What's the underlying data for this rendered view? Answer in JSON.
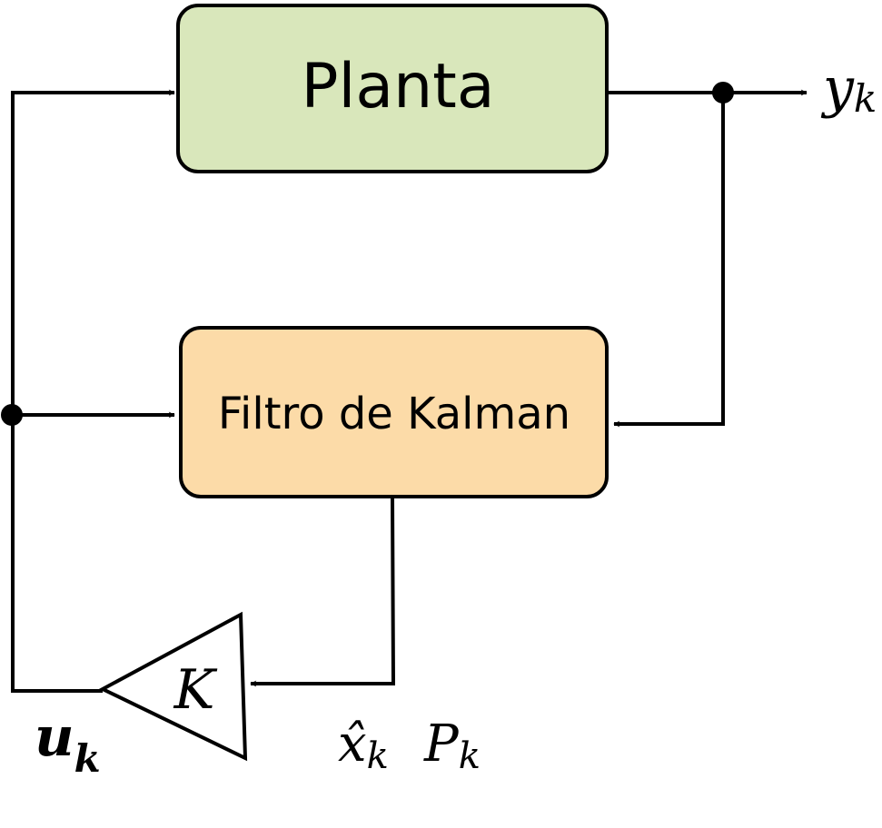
{
  "colors": {
    "plant_fill": "#d9e7bb",
    "filter_fill": "#fcdba8",
    "line": "#000000",
    "background": "#ffffff"
  },
  "blocks": {
    "plant": {
      "label": "Planta"
    },
    "filter": {
      "label": "Filtro de Kalman"
    },
    "gain": {
      "label": "K"
    }
  },
  "signals": {
    "output": {
      "symbol": "y",
      "subscript": "k"
    },
    "control": {
      "symbol": "u",
      "subscript": "k"
    },
    "estimate": {
      "symbol": "x̂",
      "subscript": "k"
    },
    "covariance": {
      "symbol": "P",
      "subscript": "k"
    }
  }
}
